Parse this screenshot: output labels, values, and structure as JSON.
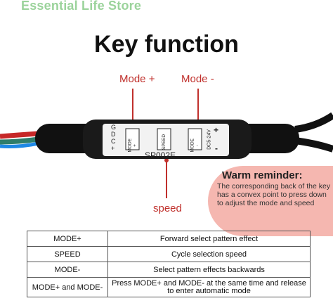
{
  "store": {
    "name": "Essential Life Store"
  },
  "title": "Key function",
  "callouts": {
    "mode_plus": "Mode +",
    "mode_minus": "Mode -",
    "speed": "speed"
  },
  "device": {
    "pins": [
      "G",
      "D",
      "C",
      "+"
    ],
    "btn_mode_plus": "MODE +",
    "btn_speed": "SPEED",
    "btn_mode_minus": "MODE -",
    "voltage": "DC5-24V",
    "plus_sign": "+",
    "minus_sign": "-",
    "model": "SP002E"
  },
  "reminder": {
    "title": "Warm reminder:",
    "body": "The corresponding back of the key has a convex point to press down to adjust the mode and speed"
  },
  "table": {
    "rows": [
      {
        "key": "MODE+",
        "desc": "Forward select pattern effect"
      },
      {
        "key": "SPEED",
        "desc": "Cycle selection speed"
      },
      {
        "key": "MODE-",
        "desc": "Select pattern effects backwards"
      },
      {
        "key": "MODE+ and MODE-",
        "desc": "Press MODE+ and MODE- at the same time and release to enter automatic mode"
      }
    ]
  },
  "colors": {
    "accent_red": "#c0302c",
    "store_green": "#9bd39b",
    "reminder_pink": "#f5b7b0",
    "device_black": "#111111",
    "label_white": "#f2f2f2"
  }
}
